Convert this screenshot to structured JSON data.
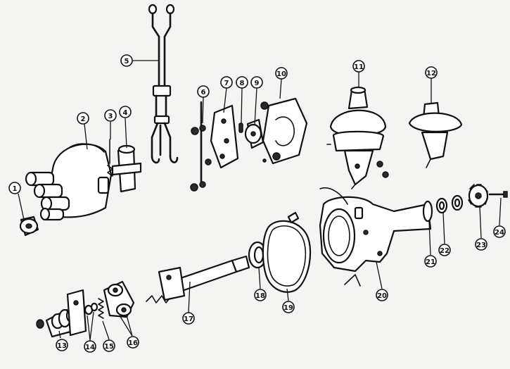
{
  "callouts": [
    {
      "n": "1"
    },
    {
      "n": "2"
    },
    {
      "n": "3"
    },
    {
      "n": "4"
    },
    {
      "n": "5"
    },
    {
      "n": "6"
    },
    {
      "n": "7"
    },
    {
      "n": "8"
    },
    {
      "n": "9"
    },
    {
      "n": "10"
    },
    {
      "n": "11"
    },
    {
      "n": "12"
    },
    {
      "n": "13"
    },
    {
      "n": "14"
    },
    {
      "n": "15"
    },
    {
      "n": "16"
    },
    {
      "n": "17"
    },
    {
      "n": "18"
    },
    {
      "n": "19"
    },
    {
      "n": "20"
    },
    {
      "n": "21"
    },
    {
      "n": "22"
    },
    {
      "n": "23"
    },
    {
      "n": "24"
    }
  ]
}
